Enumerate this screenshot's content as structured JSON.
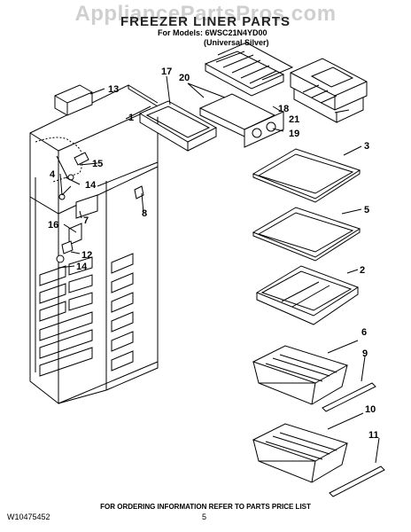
{
  "watermark": "AppliancePartsPros.com",
  "title": "FREEZER LINER PARTS",
  "models_prefix": "For Models:",
  "model_number": "6WSC21N4YD00",
  "model_variant": "(Universal Silver)",
  "footer_note": "FOR ORDERING INFORMATION REFER TO PARTS PRICE LIST",
  "doc_number": "W10475452",
  "page_number": "5",
  "callouts": {
    "c1": "1",
    "c2": "2",
    "c3": "3",
    "c4": "4",
    "c5": "5",
    "c6": "6",
    "c7": "7",
    "c8": "8",
    "c9": "9",
    "c10": "10",
    "c11": "11",
    "c12": "12",
    "c13": "13",
    "c14a": "14",
    "c14b": "14",
    "c15": "15",
    "c16": "16",
    "c17": "17",
    "c18": "18",
    "c19": "19",
    "c20": "20",
    "c21": "21"
  }
}
